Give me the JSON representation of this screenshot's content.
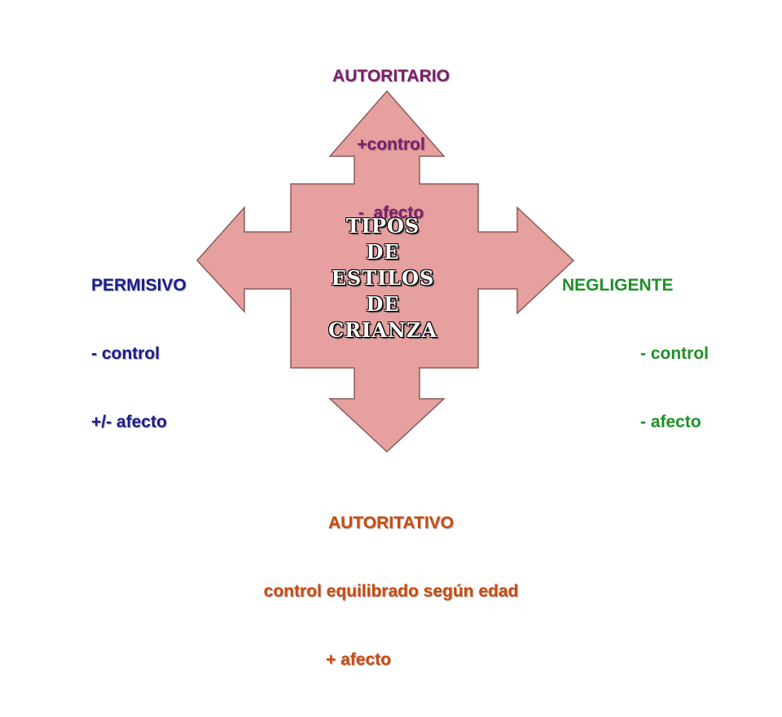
{
  "diagram": {
    "center": [
      "TIPOS",
      "DE",
      "ESTILOS",
      "DE",
      "CRIANZA"
    ],
    "top": {
      "title": "AUTORITARIO",
      "line1": "+control",
      "line2": "-  afecto",
      "color": "#7a1e6e"
    },
    "left": {
      "title": "PERMISIVO",
      "line1": "- control",
      "line2": "+/- afecto",
      "color": "#1c1c8c"
    },
    "right": {
      "title": "NEGLIGENTE",
      "line1": "- control",
      "line2": "- afecto",
      "color": "#1f8f2a"
    },
    "bottom": {
      "title": "AUTORITATIVO",
      "line1": "control equilibrado según edad",
      "line2": "+ afecto",
      "color": "#cc4a0e"
    },
    "shape_fill": "#e6a0a0",
    "shape_stroke": "#8a5a5a"
  }
}
